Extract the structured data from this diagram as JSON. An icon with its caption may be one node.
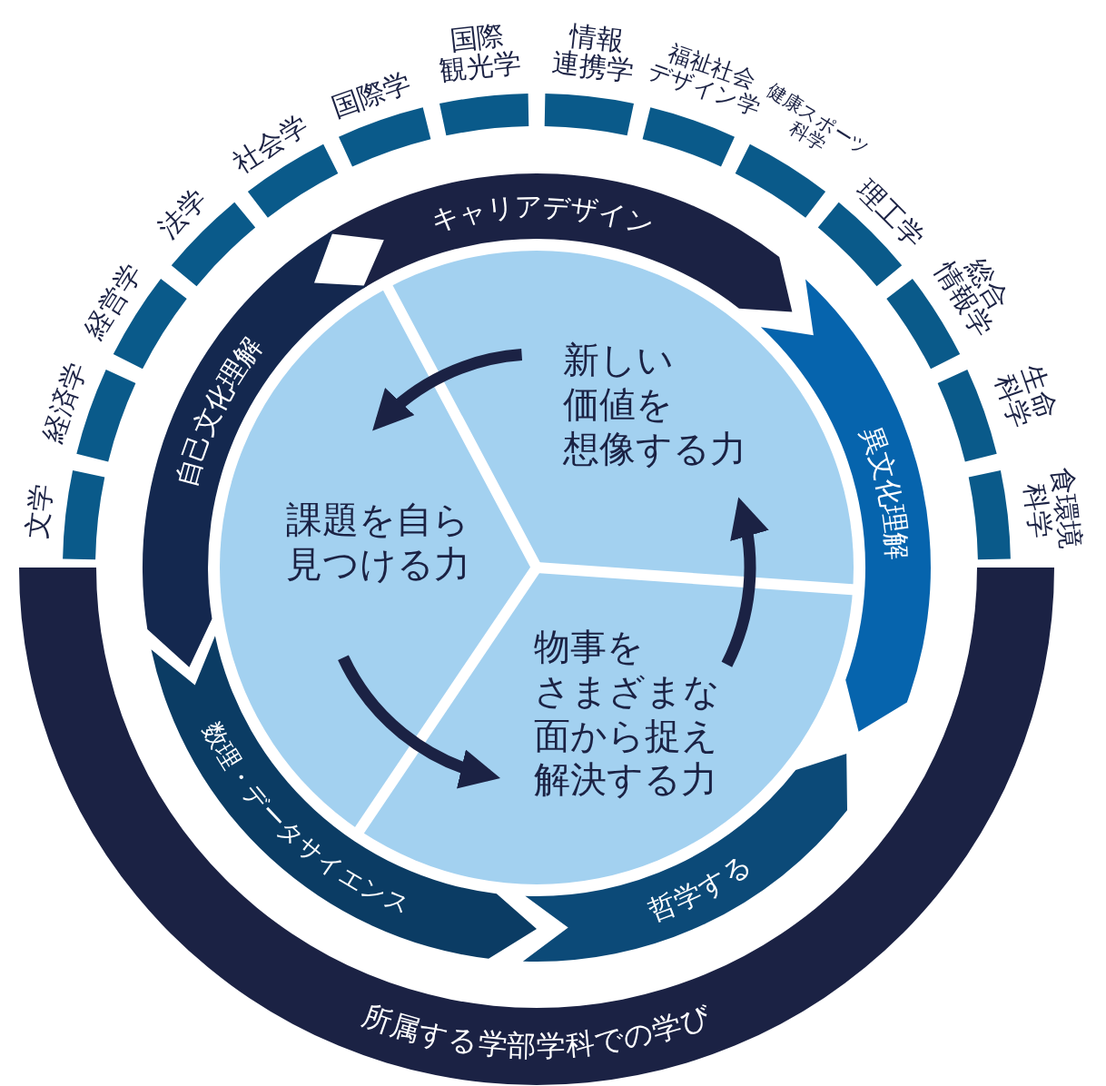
{
  "diagram": {
    "nodes": [
      {
        "text": [
          "文学"
        ]
      },
      {
        "text": [
          "経済学"
        ]
      },
      {
        "text": [
          "経営学"
        ]
      },
      {
        "text": [
          "法学"
        ]
      },
      {
        "text": [
          "社会学"
        ]
      },
      {
        "text": [
          "国際学"
        ]
      },
      {
        "text": [
          "国際観光学"
        ]
      },
      {
        "text": [
          "情報連携学"
        ]
      },
      {
        "text": [
          "福祉社会デザイン学"
        ]
      },
      {
        "text": [
          "健康スポーツ科学"
        ]
      },
      {
        "text": [
          "理工学"
        ]
      },
      {
        "text": [
          "総合情報学"
        ]
      },
      {
        "text": [
          "生命科学"
        ]
      },
      {
        "text": [
          "食環境科学"
        ]
      },
      {
        "text": [
          "所属する学部学科での学び"
        ]
      },
      {
        "text": [
          "キャリアデザイン"
        ]
      },
      {
        "text": [
          "自己文化理解"
        ]
      },
      {
        "text": [
          "異文化理解"
        ]
      },
      {
        "text": [
          "数理・データサイエンス"
        ]
      },
      {
        "text": [
          "哲学する"
        ]
      },
      {
        "text": [
          "新しい価値を想像する力"
        ]
      },
      {
        "text": [
          "課題を自ら見つける力"
        ]
      },
      {
        "text": [
          "物事をさまざまな面から捉え解決する力"
        ]
      }
    ],
    "edges": [
      {
        "from": 20,
        "to": 21,
        "arrow": "to"
      },
      {
        "from": 21,
        "to": 22,
        "arrow": "to"
      },
      {
        "from": 22,
        "to": 20,
        "arrow": "to"
      }
    ]
  }
}
